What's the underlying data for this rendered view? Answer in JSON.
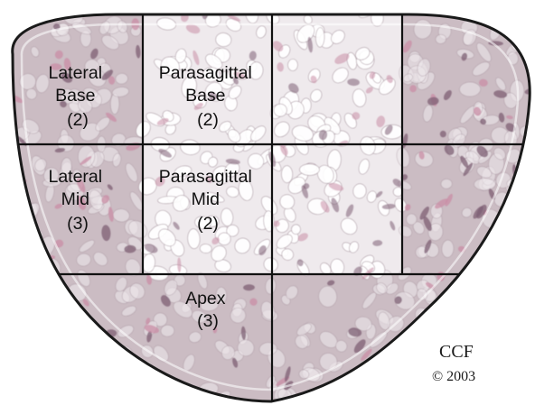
{
  "regions": [
    {
      "id": "lateral-base",
      "lines": [
        "Lateral",
        "Base",
        "(2)"
      ]
    },
    {
      "id": "parasagittal-base",
      "lines": [
        "Parasagittal",
        "Base",
        "(2)"
      ]
    },
    {
      "id": "lateral-mid",
      "lines": [
        "Lateral",
        "Mid",
        "(3)"
      ]
    },
    {
      "id": "parasagittal-mid",
      "lines": [
        "Parasagittal",
        "Mid",
        "(2)"
      ]
    },
    {
      "id": "apex",
      "lines": [
        "Apex",
        "(3)"
      ]
    }
  ],
  "credit": {
    "org": "CCF",
    "copyright": "© 2003"
  },
  "colors": {
    "tissue_base": "#cbbcc3",
    "tissue_light": "#ece6ea",
    "cell_dark": "#7d5f74",
    "cell_pink": "#c98ea6",
    "outline": "#1a1a1a",
    "gland_highlight": "#f6f2f4"
  }
}
